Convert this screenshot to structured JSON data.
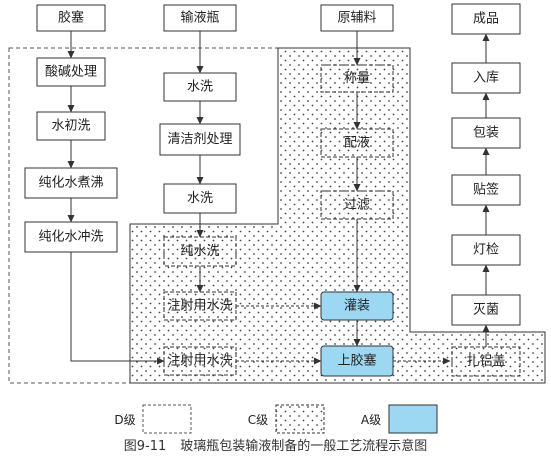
{
  "caption": {
    "figure_number": "图9-11",
    "title": "玻璃瓶包装输液制备的一般工艺流程示意图"
  },
  "colors": {
    "a_grade_fill": "#9dd8f3",
    "line": "#333333"
  },
  "columns": {
    "stopper": {
      "header": "胶塞",
      "steps": [
        "酸碱处理",
        "水初洗",
        "纯化水煮沸",
        "纯化水冲洗"
      ]
    },
    "bottle": {
      "header": "输液瓶",
      "steps": [
        "水洗",
        "清洁剂处理",
        "水洗",
        "纯水洗",
        "注射用水洗",
        "注射用水洗"
      ]
    },
    "material": {
      "header": "原辅料",
      "steps": [
        "称量",
        "配液",
        "过滤",
        "灌装",
        "上胶塞"
      ]
    },
    "finishing": {
      "header": "成品",
      "steps": [
        "入库",
        "包装",
        "贴签",
        "灯检",
        "灭菌",
        "扎铝盖"
      ]
    }
  },
  "legend": {
    "d_grade": "D级",
    "c_grade": "C级",
    "a_grade": "A级"
  }
}
